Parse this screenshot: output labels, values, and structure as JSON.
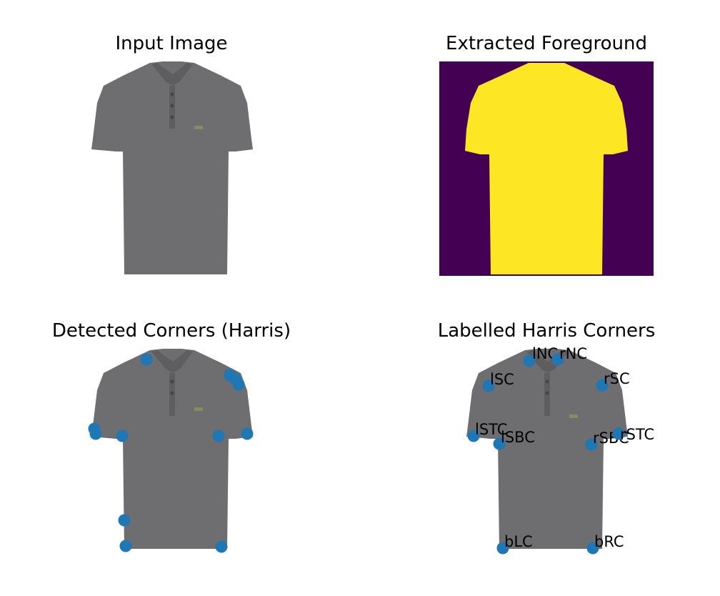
{
  "panels": {
    "input": {
      "title": "Input Image"
    },
    "foreground": {
      "title": "Extracted Foreground"
    },
    "detected": {
      "title": "Detected Corners (Harris)"
    },
    "labelled": {
      "title": "Labelled Harris Corners"
    }
  },
  "colors": {
    "shirt": "#6e6d70",
    "shirt_shadow": "#5e5d60",
    "mask_fg": "#fde725",
    "mask_bg": "#440154",
    "marker": "#1f77b4"
  },
  "labelled_corners": [
    {
      "label": "lNC"
    },
    {
      "label": "rNC"
    },
    {
      "label": "lSC"
    },
    {
      "label": "rSC"
    },
    {
      "label": "lSTC"
    },
    {
      "label": "lSBC"
    },
    {
      "label": "rSBC"
    },
    {
      "label": "rSTC"
    },
    {
      "label": "bLC"
    },
    {
      "label": "bRC"
    }
  ]
}
